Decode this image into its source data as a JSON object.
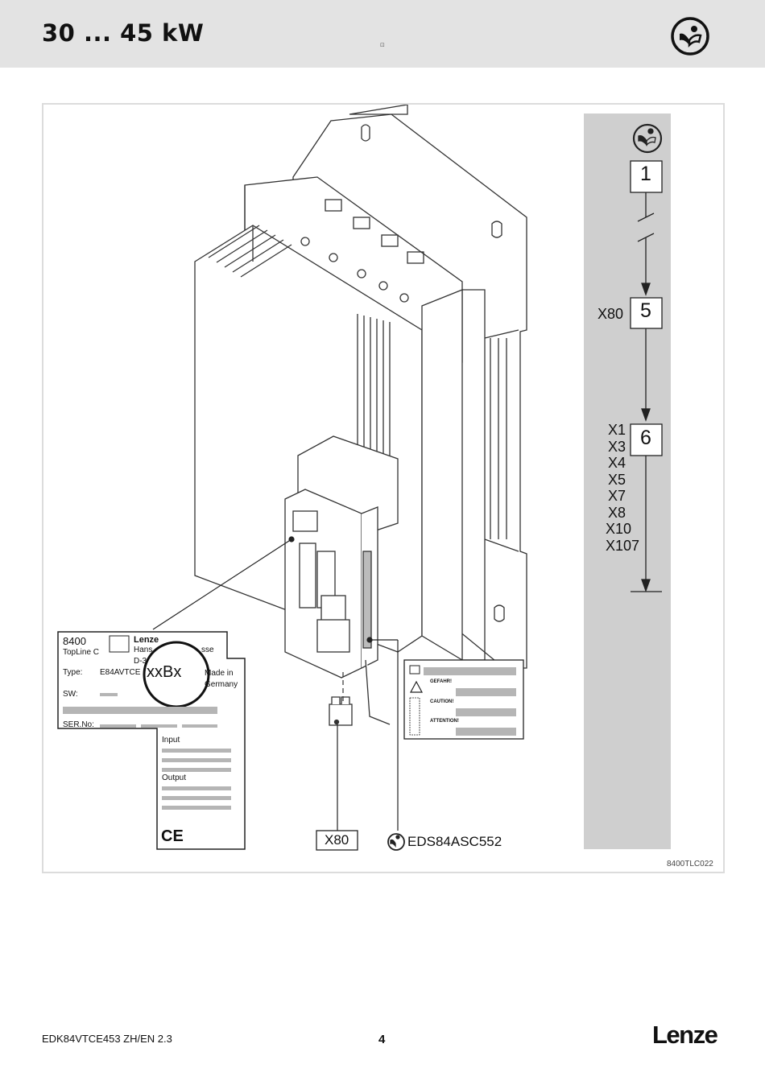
{
  "header": {
    "title": "30 ... 45 kW",
    "small_mark": "⊡",
    "icon": "manual-read-icon"
  },
  "figure": {
    "flow": {
      "step1": "1",
      "step5_connector": "X80",
      "step5": "5",
      "step6": "6",
      "step6_connectors": [
        "X1",
        "X3",
        "X4",
        "X5",
        "X7",
        "X8",
        "X10",
        "X107"
      ]
    },
    "nameplate": {
      "model": "8400",
      "variant": "TopLine C",
      "brand": "Lenze",
      "addr1": "Hans",
      "addr1b": "sse",
      "addr2": "D-3",
      "type_label": "Type:",
      "type_value": "E84AVTCE",
      "made_in_1": "Made in",
      "made_in_2": "Germany",
      "sw_label": "SW:",
      "ser_label": "SER.No:",
      "input_label": "Input",
      "output_label": "Output",
      "ce_mark": "CE",
      "magnifier_text": "xxBx"
    },
    "warning_label": {
      "gefahr": "GEFAHR!",
      "caution": "CAUTION!",
      "attention": "ATTENTION!"
    },
    "connector_label": "X80",
    "doc_ref": "EDS84ASC552",
    "fig_id": "8400TLC022"
  },
  "footer": {
    "doc": "EDK84VTCE453  ZH/EN  2.3",
    "page": "4",
    "brand": "Lenze"
  }
}
